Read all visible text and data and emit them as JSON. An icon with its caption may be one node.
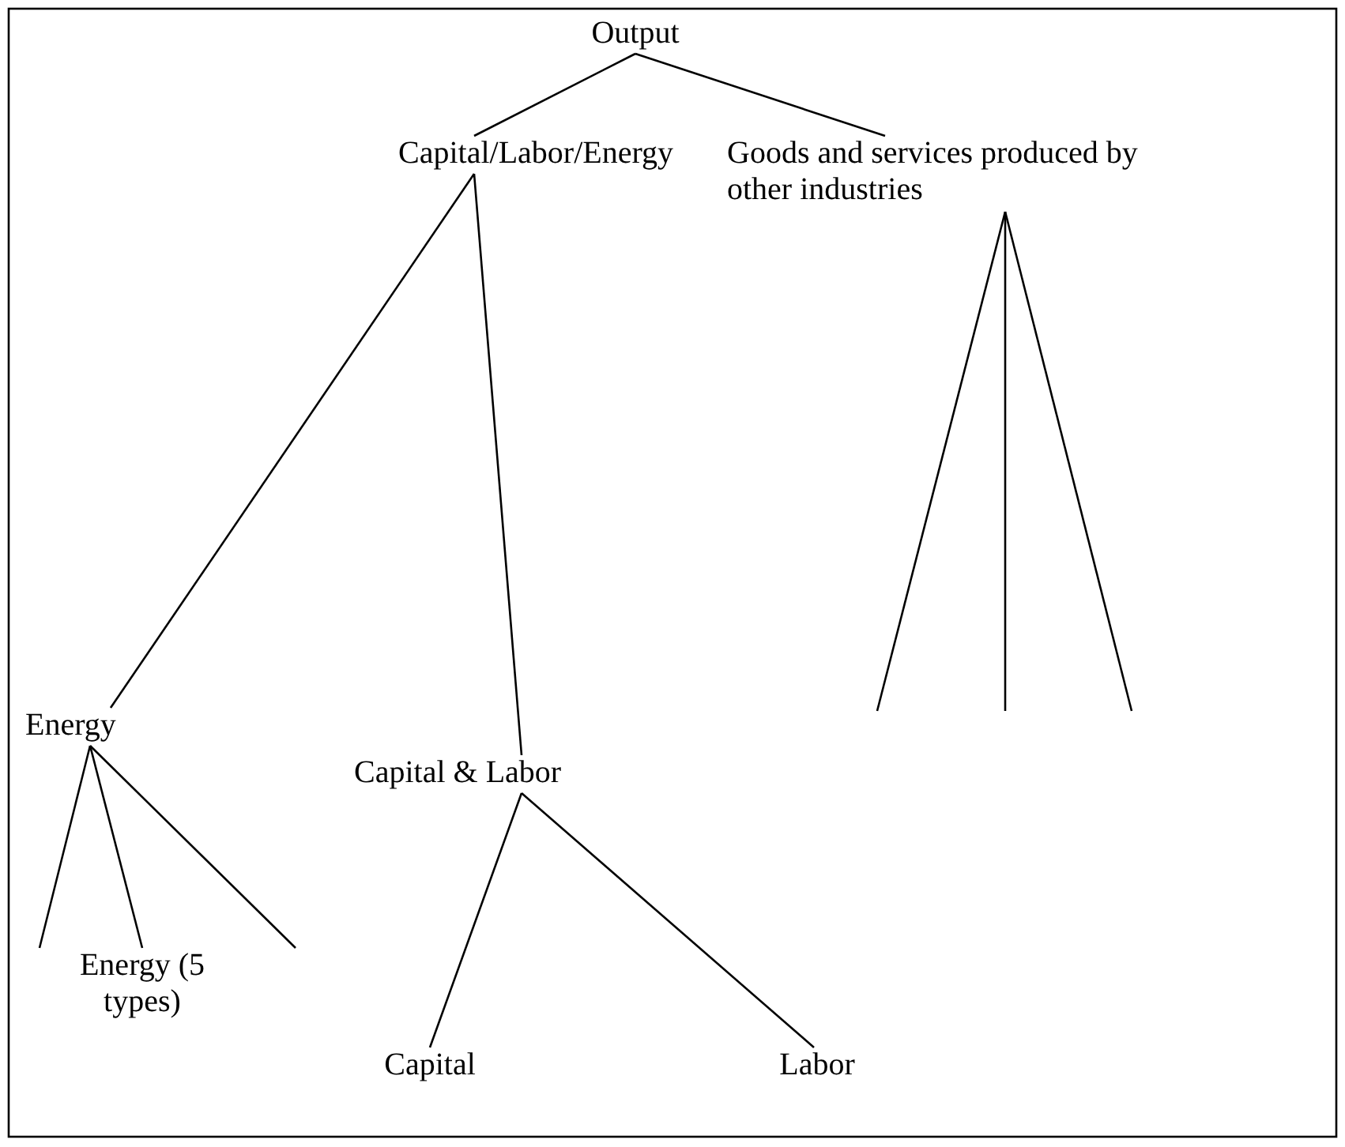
{
  "diagram": {
    "nodes": [
      {
        "text": [
          "Output"
        ]
      },
      {
        "text": [
          "Capital/Labor/Energy"
        ]
      },
      {
        "text": [
          "Goods and services produced by other industries"
        ]
      },
      {
        "text": [
          "Energy"
        ]
      },
      {
        "text": [
          "Capital & Labor"
        ]
      },
      {
        "text": [
          "Energy (5 types)"
        ]
      },
      {
        "text": [
          "Capital"
        ]
      },
      {
        "text": [
          "Labor"
        ]
      }
    ],
    "edges": [
      {
        "from": 0,
        "to": 1,
        "arrow": "none"
      },
      {
        "from": 0,
        "to": 2,
        "arrow": "none"
      },
      {
        "from": 1,
        "to": 3,
        "arrow": "none"
      },
      {
        "from": 1,
        "to": 4,
        "arrow": "none"
      },
      {
        "from": 2,
        "to": null,
        "arrow": "none"
      },
      {
        "from": 2,
        "to": null,
        "arrow": "none"
      },
      {
        "from": 2,
        "to": null,
        "arrow": "none"
      },
      {
        "from": 3,
        "to": null,
        "arrow": "none"
      },
      {
        "from": 3,
        "to": 5,
        "arrow": "none"
      },
      {
        "from": 3,
        "to": null,
        "arrow": "none"
      },
      {
        "from": 4,
        "to": 6,
        "arrow": "none"
      },
      {
        "from": 4,
        "to": 7,
        "arrow": "none"
      }
    ]
  }
}
